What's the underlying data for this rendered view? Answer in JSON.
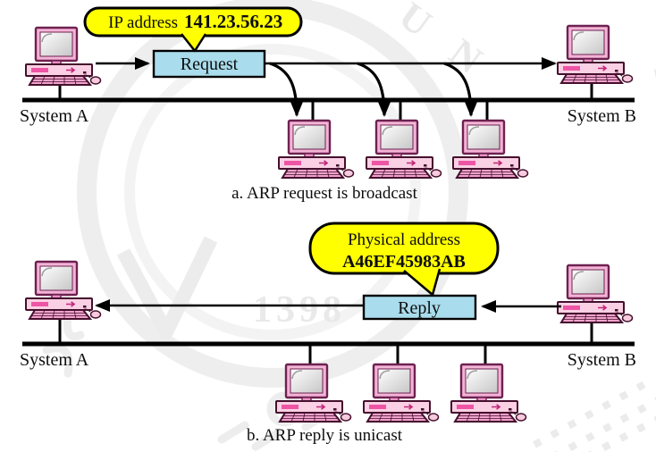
{
  "figure": {
    "panel_a": {
      "caption": "a. ARP request is broadcast",
      "system_a": "System A",
      "system_b": "System B",
      "packet": "Request",
      "callout_label": "IP address",
      "callout_value": "141.23.56.23"
    },
    "panel_b": {
      "caption": "b. ARP reply is unicast",
      "system_a": "System A",
      "system_b": "System B",
      "packet": "Reply",
      "callout_line1": "Physical address",
      "callout_line2": "A46EF45983AB"
    }
  },
  "watermark": {
    "center_text": "1398",
    "arc_text_top": "UN",
    "arc_text_right": "IVERS"
  },
  "colors": {
    "callout_yellow": "#ffff00",
    "packet_box_blue": "#a9dcec",
    "ip_value_magenta": "#ee1b7c",
    "ink": "#000000"
  }
}
